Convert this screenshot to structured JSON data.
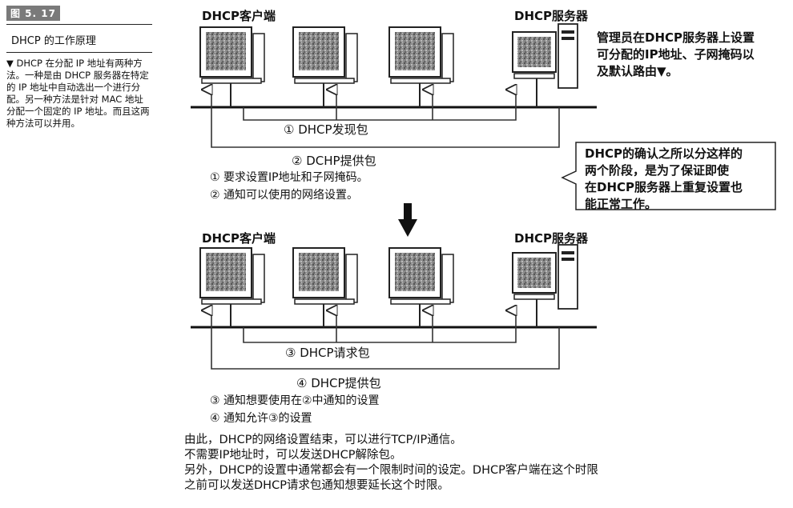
{
  "figure": {
    "number": "图 5. 17",
    "title": "DHCP 的工作原理",
    "note": "▼ DHCP 在分配 IP 地址有两种方法。一种是由 DHCP 服务器在特定的 IP 地址中自动选出一个进行分配。另一种方法是针对 MAC 地址分配一个固定的 IP 地址。而且这两种方法可以并用。"
  },
  "top": {
    "client_label": "DHCP客户端",
    "server_label": "DHCP服务器",
    "admin_note": [
      "管理员在DHCP服务器上设置",
      "可分配的IP地址、子网掩码以",
      "及默认路由▼。"
    ],
    "step1": "① DHCP发现包",
    "step2": "② DCHP提供包",
    "step2_items": [
      "① 要求设置IP地址和子网掩码。",
      "② 通知可以使用的网络设置。"
    ]
  },
  "callout": [
    "DHCP的确认之所以分这样的",
    "两个阶段，是为了保证即使",
    "在DHCP服务器上重复设置也",
    "能正常工作。"
  ],
  "bottom": {
    "client_label": "DHCP客户端",
    "server_label": "DHCP服务器",
    "step3": "③ DHCP请求包",
    "step4": "④ DHCP提供包",
    "step4_items": [
      "③ 通知想要使用在②中通知的设置",
      "④ 通知允许③的设置"
    ]
  },
  "summary": [
    "由此，DHCP的网络设置结束，可以进行TCP/IP通信。",
    "不需要IP地址时，可以发送DHCP解除包。",
    "另外，DHCP的设置中通常都会有一个限制时间的设定。DHCP客户端在这个时限",
    "之前可以发送DHCP请求包通知想要延长这个时限。"
  ]
}
